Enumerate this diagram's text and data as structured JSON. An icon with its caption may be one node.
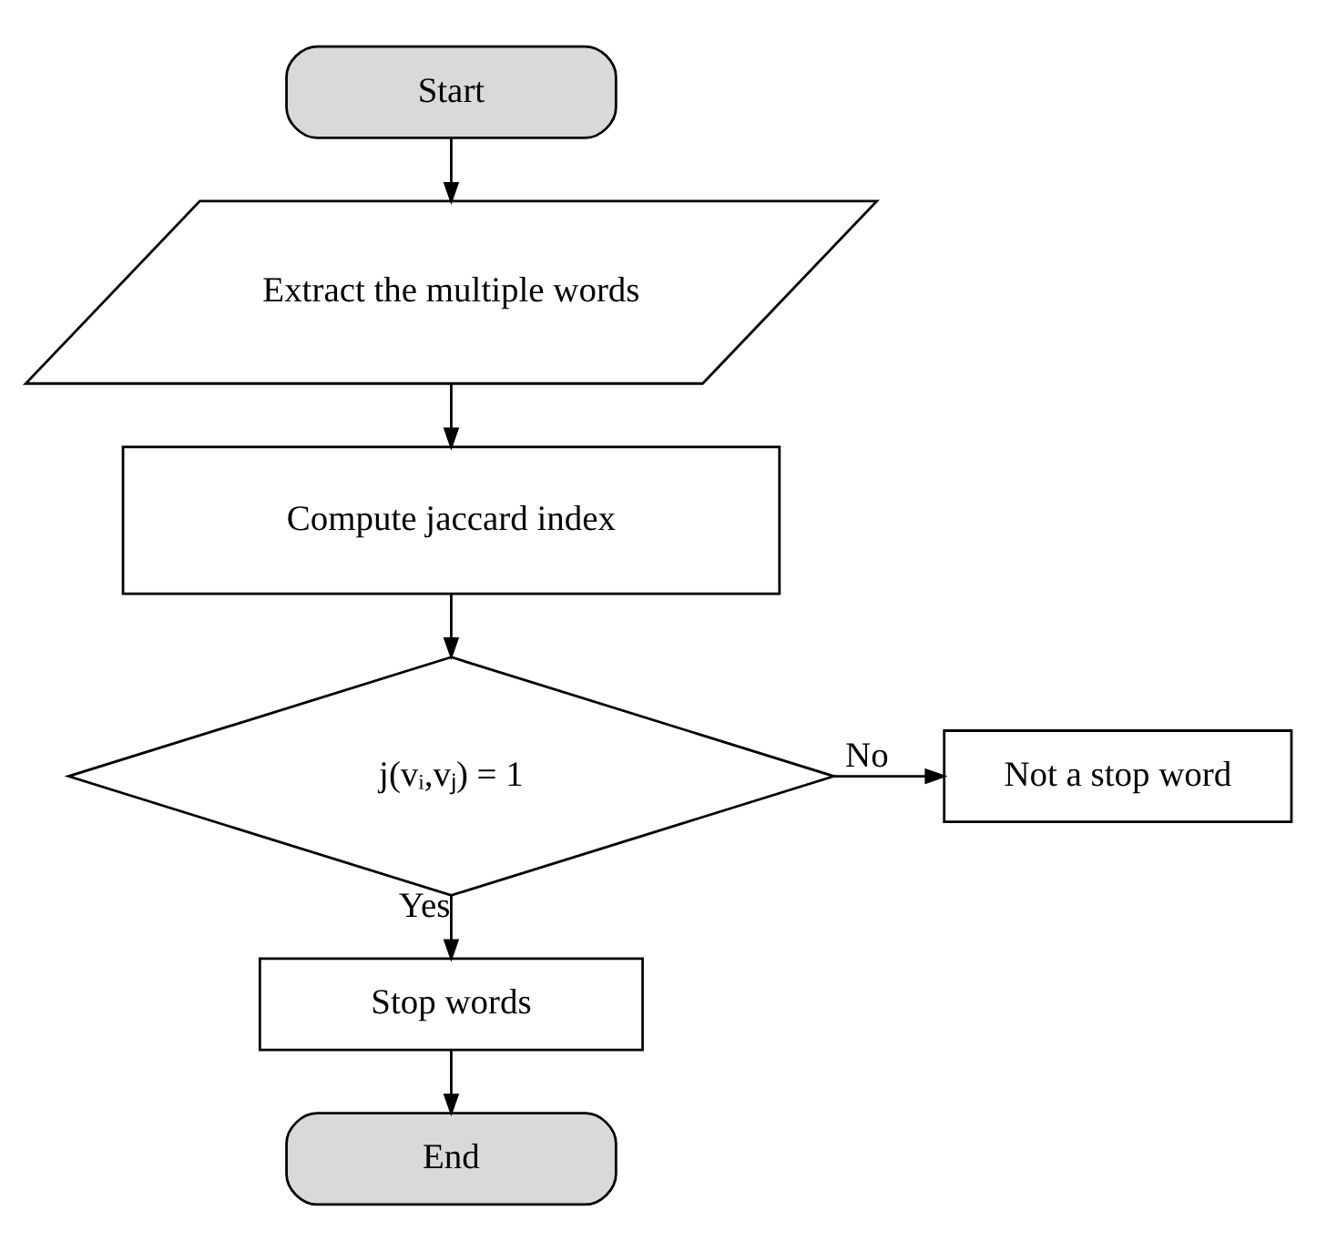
{
  "diagram": {
    "nodes": [
      {
        "text": [
          "Start"
        ]
      },
      {
        "text": [
          "Extract the multiple words"
        ]
      },
      {
        "text": [
          "Compute jaccard index"
        ]
      },
      {
        "text": [
          "j(vᵢ,vⱼ) = 1"
        ]
      },
      {
        "text": [
          "Not a stop word"
        ]
      },
      {
        "text": [
          "Stop words"
        ]
      },
      {
        "text": [
          "End"
        ]
      }
    ],
    "edges": [
      {
        "from": 0,
        "to": 1,
        "arrow": "to"
      },
      {
        "from": 1,
        "to": 2,
        "arrow": "to"
      },
      {
        "from": 2,
        "to": 3,
        "arrow": "to"
      },
      {
        "from": 3,
        "to": 4,
        "label": "No",
        "arrow": "to"
      },
      {
        "from": 3,
        "to": 5,
        "label": "Yes",
        "arrow": "to"
      },
      {
        "from": 5,
        "to": 6,
        "arrow": "to"
      }
    ]
  }
}
